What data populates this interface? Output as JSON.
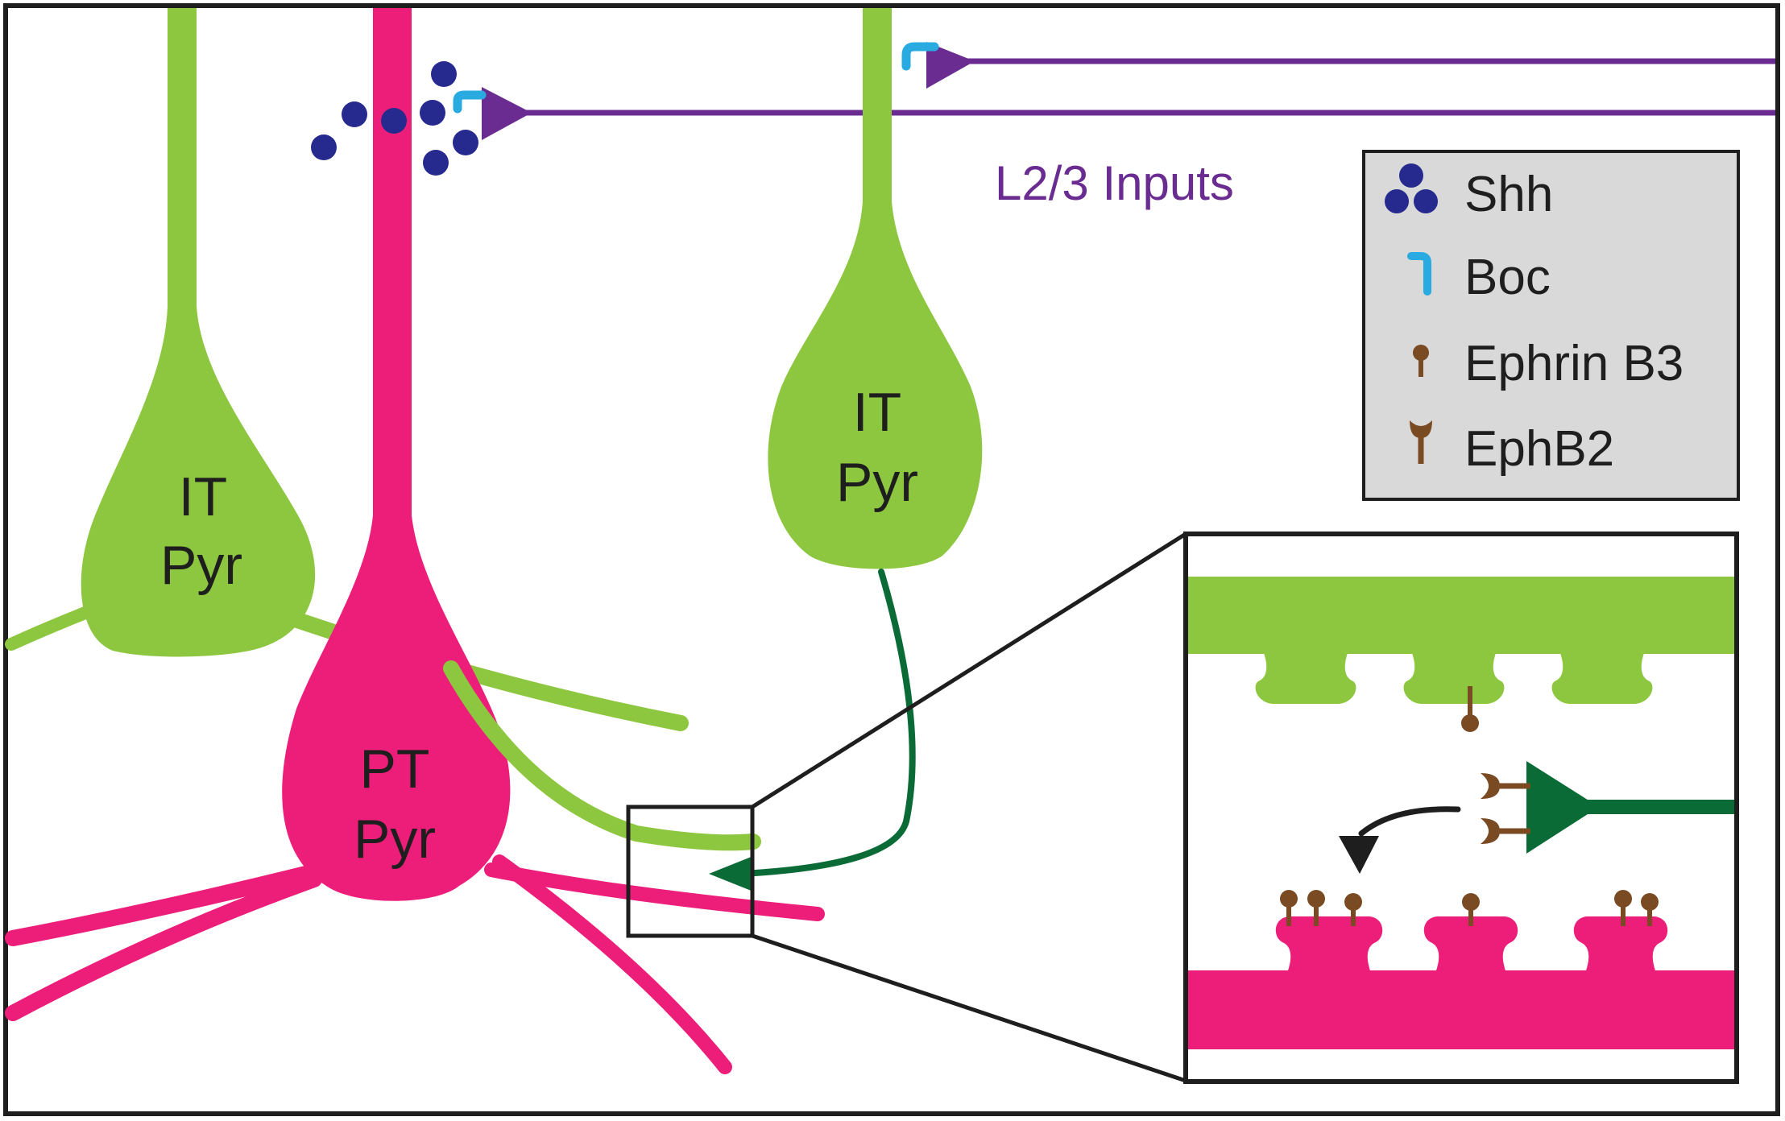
{
  "colors": {
    "it_green": "#8dc63f",
    "pt_magenta": "#ed1e79",
    "input_purple": "#6a2c91",
    "shh_blue": "#262a8f",
    "boc_cyan": "#29abe2",
    "ephrin_brown": "#7a4a23",
    "axon_dark_green": "#0b6b37",
    "legend_bg": "#d9d9d9",
    "frame": "#1e1e1e"
  },
  "cells": {
    "it_left": {
      "line1": "IT",
      "line2": "Pyr"
    },
    "it_right": {
      "line1": "IT",
      "line2": "Pyr"
    },
    "pt": {
      "line1": "PT",
      "line2": "Pyr"
    }
  },
  "inputs_label": "L2/3 Inputs",
  "legend": [
    {
      "icon": "shh-cluster-icon",
      "label": "Shh"
    },
    {
      "icon": "boc-receptor-icon",
      "label": "Boc"
    },
    {
      "icon": "ephrin-b3-icon",
      "label": "Ephrin B3"
    },
    {
      "icon": "ephb2-receptor-icon",
      "label": "EphB2"
    }
  ]
}
